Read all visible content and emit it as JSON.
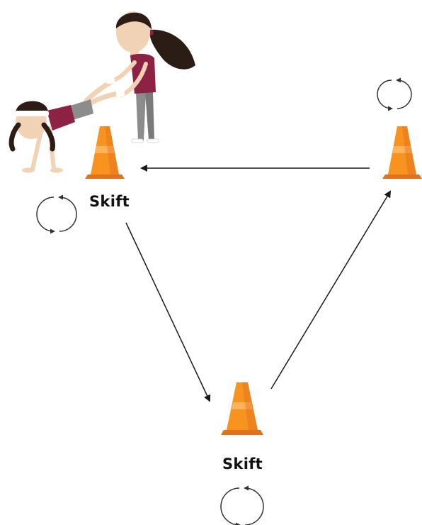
{
  "diagram": {
    "labels": {
      "cone_left": "Skift",
      "cone_bottom": "Skift"
    },
    "icons": {
      "cone": "traffic-cone-icon",
      "rotate": "rotate-arrows-icon",
      "exercise": "wheelbarrow-walk-illustration"
    },
    "colors": {
      "cone": "#f7931e",
      "cone_shade": "#e2711d",
      "cone_stripe": "#ffb35a",
      "arrow": "#1a1a1a",
      "rotate_icon": "#333333",
      "shirt": "#8e2244",
      "pants_grey": "#8c8c8c",
      "skin": "#f2d2b4",
      "hair": "#2b1d16",
      "headband": "#ffffff"
    },
    "flow": [
      "cone-left",
      "cone-bottom",
      "cone-right",
      "cone-left"
    ]
  }
}
